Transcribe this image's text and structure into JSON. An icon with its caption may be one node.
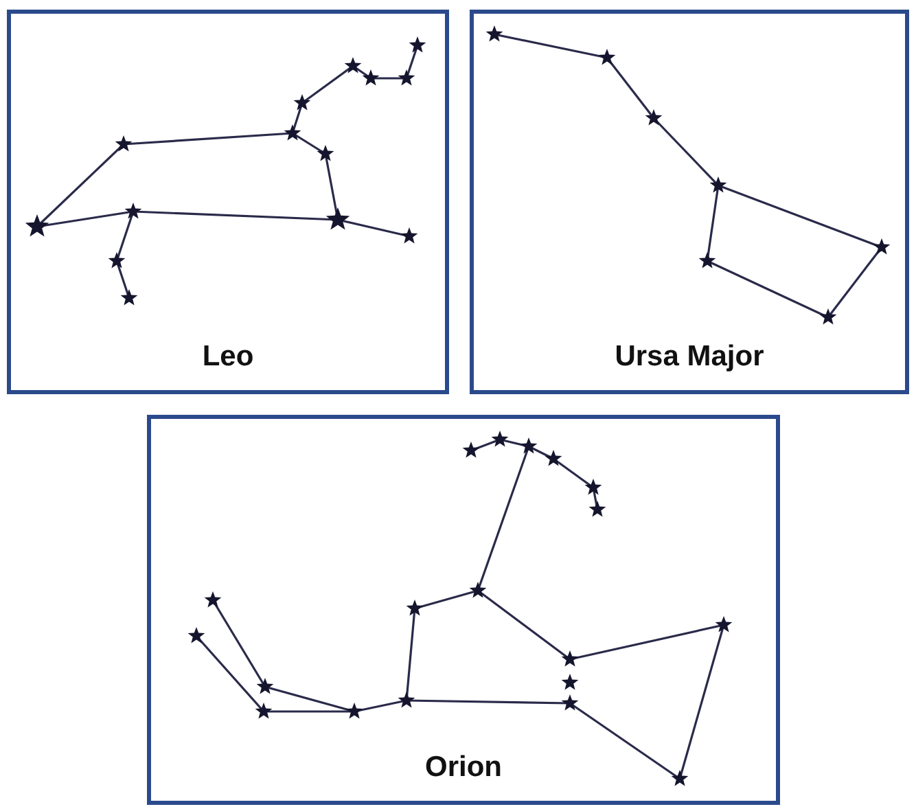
{
  "diagram": {
    "nodes": [
      {
        "text": [
          "Leo"
        ]
      },
      {
        "text": [
          "Ursa Major"
        ]
      },
      {
        "text": [
          "Orion"
        ]
      }
    ]
  }
}
